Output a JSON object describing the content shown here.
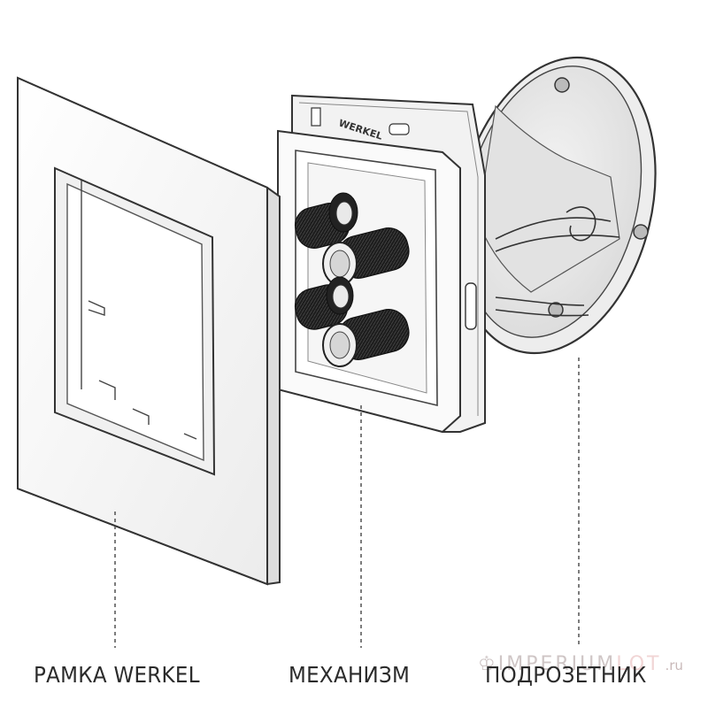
{
  "labels": {
    "frame": "РАМКА WERKEL",
    "mechanism": "МЕХАНИЗМ",
    "back_box": "ПОДРОЗЕТНИК"
  },
  "mechanism_brand": "WERKEL",
  "watermark": {
    "name": "IMPERIUM",
    "lot": "LOT",
    "domain": ".ru"
  },
  "colors": {
    "line": "#333333",
    "panel": "#f7f7f7",
    "terminal": "#1a1a1a",
    "label": "#2b2b2b"
  }
}
